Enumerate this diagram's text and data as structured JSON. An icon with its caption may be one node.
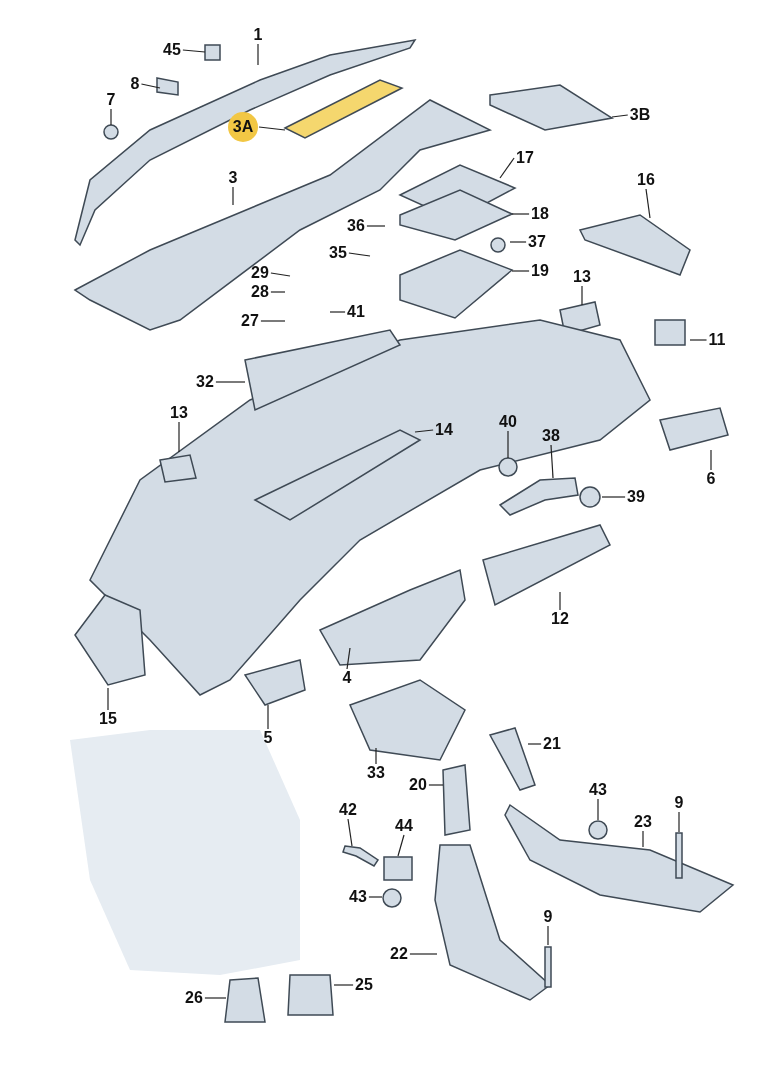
{
  "diagram": {
    "nodes": [
      {
        "text": [
          "45"
        ]
      },
      {
        "text": [
          "1"
        ]
      },
      {
        "text": [
          "8"
        ]
      },
      {
        "text": [
          "7"
        ]
      },
      {
        "text": [
          "3A"
        ]
      },
      {
        "text": [
          "3B"
        ]
      },
      {
        "text": [
          "3"
        ]
      },
      {
        "text": [
          "17"
        ]
      },
      {
        "text": [
          "16"
        ]
      },
      {
        "text": [
          "36"
        ]
      },
      {
        "text": [
          "18"
        ]
      },
      {
        "text": [
          "35"
        ]
      },
      {
        "text": [
          "37"
        ]
      },
      {
        "text": [
          "29"
        ]
      },
      {
        "text": [
          "19"
        ]
      },
      {
        "text": [
          "28"
        ]
      },
      {
        "text": [
          "41"
        ]
      },
      {
        "text": [
          "27"
        ]
      },
      {
        "text": [
          "13"
        ]
      },
      {
        "text": [
          "11"
        ]
      },
      {
        "text": [
          "32"
        ]
      },
      {
        "text": [
          "13"
        ]
      },
      {
        "text": [
          "14"
        ]
      },
      {
        "text": [
          "40"
        ]
      },
      {
        "text": [
          "38"
        ]
      },
      {
        "text": [
          "6"
        ]
      },
      {
        "text": [
          "39"
        ]
      },
      {
        "text": [
          "12"
        ]
      },
      {
        "text": [
          "15"
        ]
      },
      {
        "text": [
          "4"
        ]
      },
      {
        "text": [
          "5"
        ]
      },
      {
        "text": [
          "33"
        ]
      },
      {
        "text": [
          "21"
        ]
      },
      {
        "text": [
          "20"
        ]
      },
      {
        "text": [
          "43"
        ]
      },
      {
        "text": [
          "9"
        ]
      },
      {
        "text": [
          "42"
        ]
      },
      {
        "text": [
          "44"
        ]
      },
      {
        "text": [
          "23"
        ]
      },
      {
        "text": [
          "43"
        ]
      },
      {
        "text": [
          "9"
        ]
      },
      {
        "text": [
          "22"
        ]
      },
      {
        "text": [
          "26"
        ]
      },
      {
        "text": [
          "25"
        ]
      }
    ],
    "edges": [
      {
        "from": 0,
        "to": null,
        "arrow": "none"
      },
      {
        "from": 1,
        "to": null,
        "arrow": "none"
      },
      {
        "from": 2,
        "to": null,
        "arrow": "none"
      },
      {
        "from": 3,
        "to": null,
        "arrow": "none"
      },
      {
        "from": 4,
        "to": null,
        "arrow": "none"
      },
      {
        "from": 5,
        "to": null,
        "arrow": "none"
      },
      {
        "from": 6,
        "to": null,
        "arrow": "none"
      },
      {
        "from": 7,
        "to": null,
        "arrow": "none"
      },
      {
        "from": 8,
        "to": null,
        "arrow": "none"
      },
      {
        "from": 9,
        "to": null,
        "arrow": "none"
      },
      {
        "from": 10,
        "to": null,
        "arrow": "none"
      },
      {
        "from": 11,
        "to": null,
        "arrow": "none"
      },
      {
        "from": 12,
        "to": null,
        "arrow": "none"
      },
      {
        "from": 13,
        "to": null,
        "arrow": "none"
      },
      {
        "from": 14,
        "to": null,
        "arrow": "none"
      },
      {
        "from": 15,
        "to": null,
        "arrow": "none"
      },
      {
        "from": 16,
        "to": null,
        "arrow": "none"
      },
      {
        "from": 17,
        "to": null,
        "arrow": "none"
      },
      {
        "from": 18,
        "to": null,
        "arrow": "none"
      },
      {
        "from": 19,
        "to": null,
        "arrow": "none"
      },
      {
        "from": 20,
        "to": null,
        "arrow": "none"
      },
      {
        "from": 21,
        "to": null,
        "arrow": "none"
      },
      {
        "from": 22,
        "to": null,
        "arrow": "none"
      },
      {
        "from": 23,
        "to": null,
        "arrow": "none"
      },
      {
        "from": 24,
        "to": null,
        "arrow": "none"
      },
      {
        "from": 25,
        "to": null,
        "arrow": "none"
      },
      {
        "from": 26,
        "to": null,
        "arrow": "none"
      },
      {
        "from": 27,
        "to": null,
        "arrow": "none"
      },
      {
        "from": 28,
        "to": null,
        "arrow": "none"
      },
      {
        "from": 29,
        "to": null,
        "arrow": "none"
      },
      {
        "from": 30,
        "to": null,
        "arrow": "none"
      },
      {
        "from": 31,
        "to": null,
        "arrow": "none"
      },
      {
        "from": 32,
        "to": null,
        "arrow": "none"
      },
      {
        "from": 33,
        "to": null,
        "arrow": "none"
      },
      {
        "from": 34,
        "to": null,
        "arrow": "none"
      },
      {
        "from": 35,
        "to": null,
        "arrow": "none"
      },
      {
        "from": 36,
        "to": null,
        "arrow": "none"
      },
      {
        "from": 37,
        "to": null,
        "arrow": "none"
      },
      {
        "from": 38,
        "to": null,
        "arrow": "none"
      },
      {
        "from": 39,
        "to": null,
        "arrow": "none"
      },
      {
        "from": 40,
        "to": null,
        "arrow": "none"
      },
      {
        "from": 41,
        "to": null,
        "arrow": "none"
      },
      {
        "from": 42,
        "to": null,
        "arrow": "none"
      },
      {
        "from": 43,
        "to": null,
        "arrow": "none"
      }
    ]
  }
}
